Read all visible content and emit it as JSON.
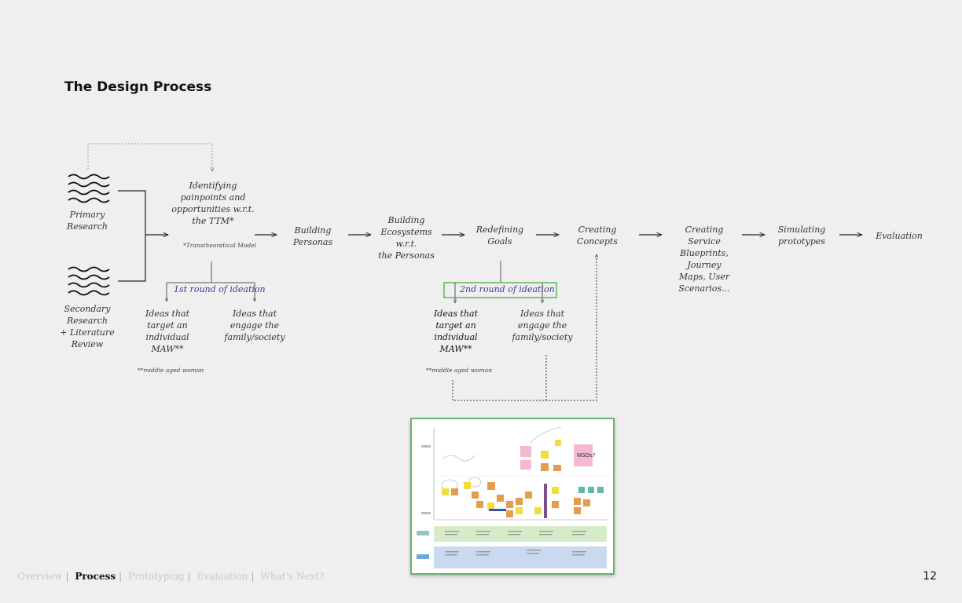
{
  "page": {
    "title": "The Design Process",
    "page_number": "12"
  },
  "sources": {
    "primary": "Primary\nResearch",
    "secondary": "Secondary\nResearch\n+ Literature\nReview"
  },
  "steps": {
    "identify": "Identifying\npainpoints and\nopportunities w.r.t.\nthe TTM*",
    "ttm_note": "*Transtheoretical Model",
    "personas": "Building\nPersonas",
    "ecosystems": "Building\nEcosystems\nw.r.t.\nthe Personas",
    "redefine": "Redefining\nGoals",
    "concepts": "Creating\nConcepts",
    "blueprints": "Creating\nService\nBlueprints,\nJourney\nMaps, User\nScenarios...",
    "simulate": "Simulating\nprototypes",
    "evaluation": "Evaluation"
  },
  "ideation1": {
    "label": "1st round of ideation",
    "left": "Ideas that\ntarget an\nindividual\nMAW**",
    "right": "Ideas that\nengage the\nfamily/society",
    "note": "**middle aged woman"
  },
  "ideation2": {
    "label": "2nd round of ideation",
    "left": "Ideas that\ntarget an\nindividual\nMAW**",
    "right": "Ideas that\nengage the\nfamily/society",
    "note": "**middle aged woman"
  },
  "board": {
    "sticky_label": "NGOs?"
  },
  "nav": {
    "items": [
      "Overview",
      "Process",
      "Prototyping",
      "Evaluation",
      "What's Next?"
    ],
    "active": "Process"
  },
  "colors": {
    "highlight_box": "#5fb35f",
    "ideation_text": "#3b3b9a",
    "board_green": "#d6ecc8",
    "board_blue": "#c9daf0",
    "sticky_pink": "#f4b8d2",
    "sticky_yellow": "#f2de3a",
    "sticky_orange": "#e59c4f"
  }
}
